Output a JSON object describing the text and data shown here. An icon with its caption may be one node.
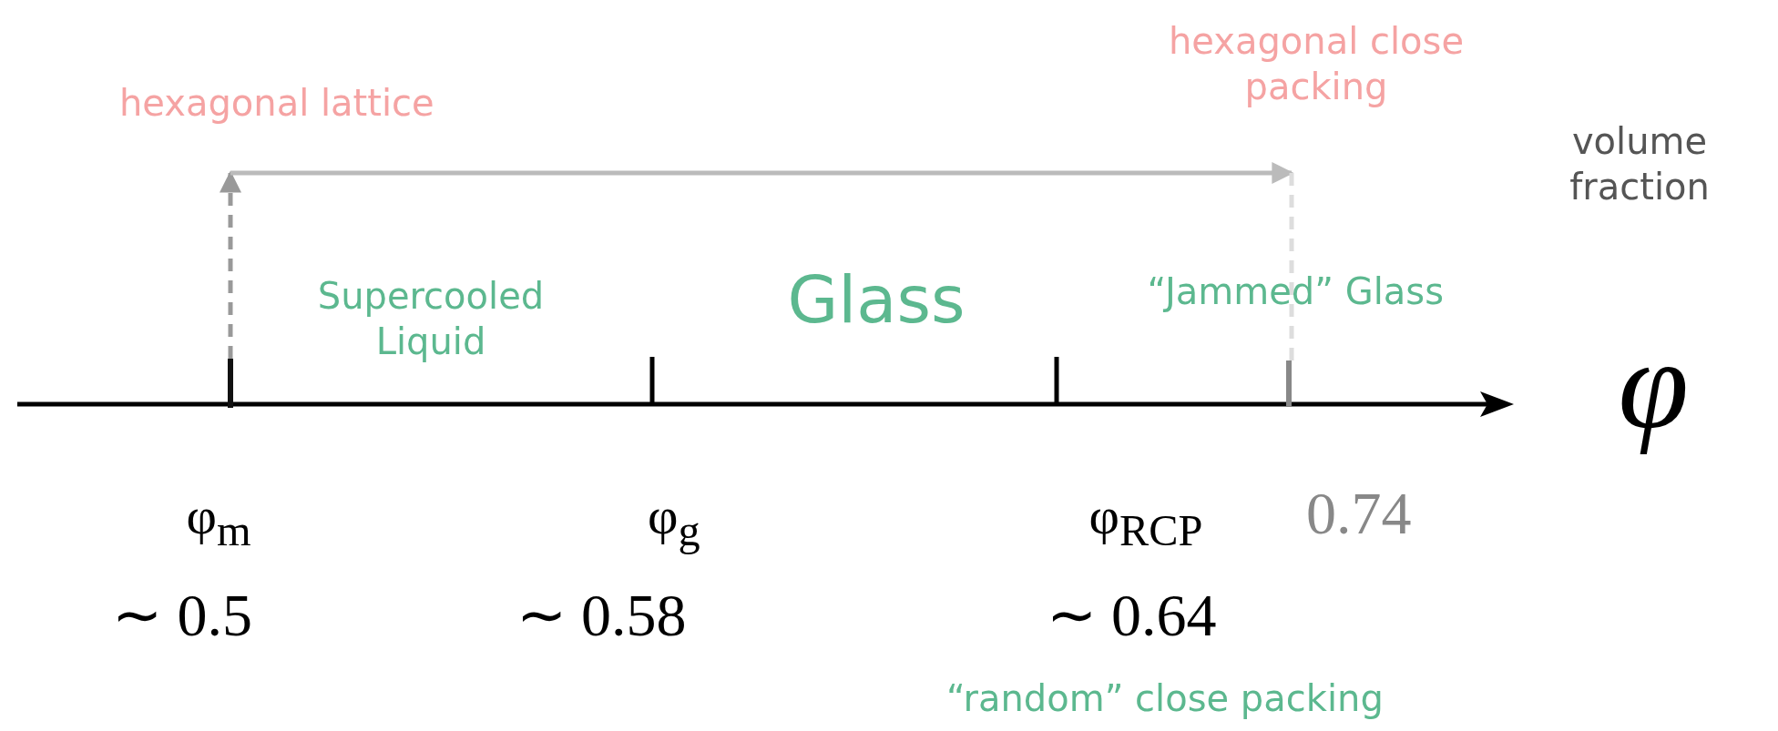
{
  "diagram": {
    "nodes": [
      {
        "text": [
          "hexagonal lattice"
        ]
      },
      {
        "text": [
          "hexagonal close packing"
        ]
      },
      {
        "text": [],
        "shape": "bar"
      },
      {
        "text": [],
        "shape": "bar"
      }
    ],
    "edges": [
      {
        "from": 2,
        "to": 0,
        "arrow": "to",
        "style": "dashed",
        "color": "#999999"
      },
      {
        "from": 0,
        "to": 1,
        "arrow": "to"
      },
      {
        "from": 1,
        "to": 3,
        "arrow": "none",
        "style": "dashed",
        "color": "#dddddd"
      }
    ],
    "labels": [
      "Supercooled Liquid",
      "Glass",
      "“Jammed” Glass",
      "volume fraction",
      "φ",
      "φ$_{m}$",
      "φ$_{g}$",
      "φ$_{RCP}$",
      "0.74",
      "∼ 0.5",
      "∼ 0.58",
      "∼ 0.64",
      "“random” close packing"
    ]
  }
}
